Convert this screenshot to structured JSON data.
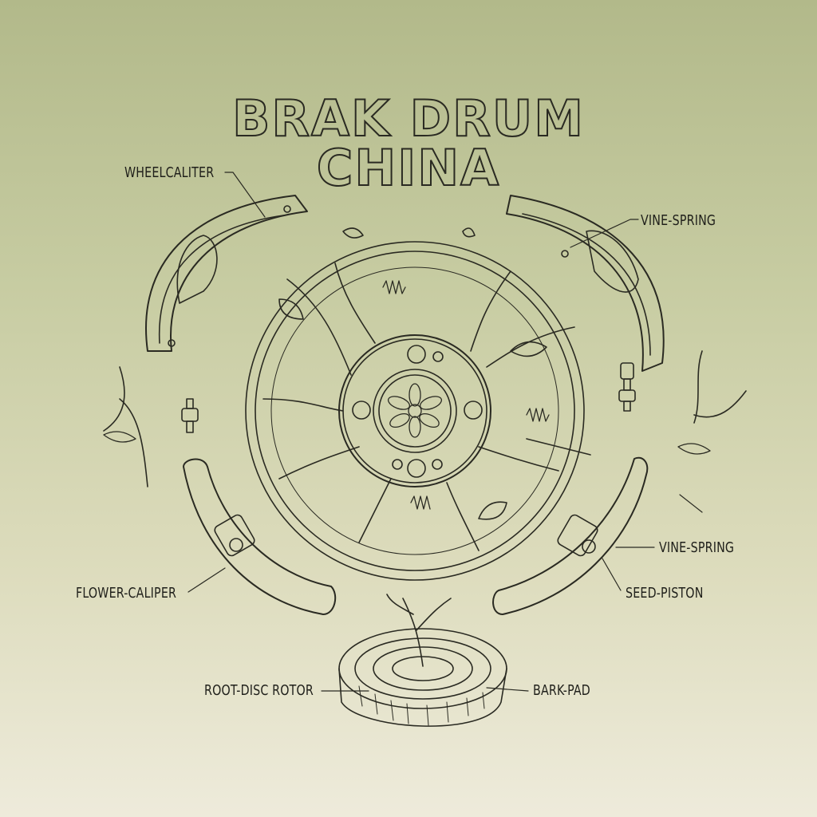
{
  "title": {
    "line1": "BRAK DRUM",
    "line2": "CHINA"
  },
  "labels": {
    "wheel_caliter": "WHEELCALITER",
    "vine_spring_top": "VINE-SPRING",
    "flower_caliper": "FLOWER-CALIPER",
    "vine_spring_bottom": "VINE-SPRING",
    "seed_piston": "SEED-PISTON",
    "root_disc_rotor": "ROOT-DISC ROTOR",
    "bark_pad": "BARK-PAD"
  },
  "colors": {
    "ink": "#2a2a22",
    "background_top": "#b2b98a",
    "background_bottom": "#eeebdb"
  }
}
